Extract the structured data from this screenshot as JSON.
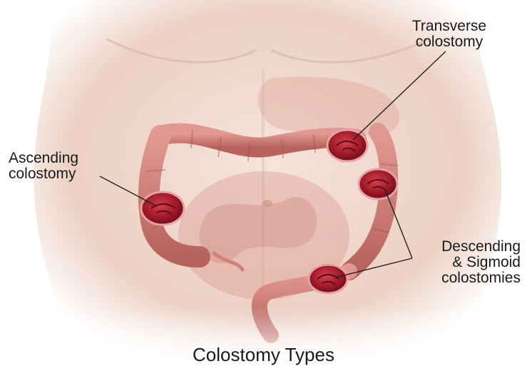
{
  "title": "Colostomy Types",
  "labels": {
    "transverse": [
      "Transverse",
      "colostomy"
    ],
    "ascending": [
      "Ascending",
      "colostomy"
    ],
    "descending": [
      "Descending",
      "& Sigmoid",
      "colostomies"
    ]
  },
  "colors": {
    "skin": "#f1d9cf",
    "skin_shadow": "#dcb9ab",
    "colon": "#d4807a",
    "colon_dark": "#a8554f",
    "stoma": "#a61d2c",
    "stoma_ring": "#e7a2a8",
    "leader_line": "#222222"
  }
}
